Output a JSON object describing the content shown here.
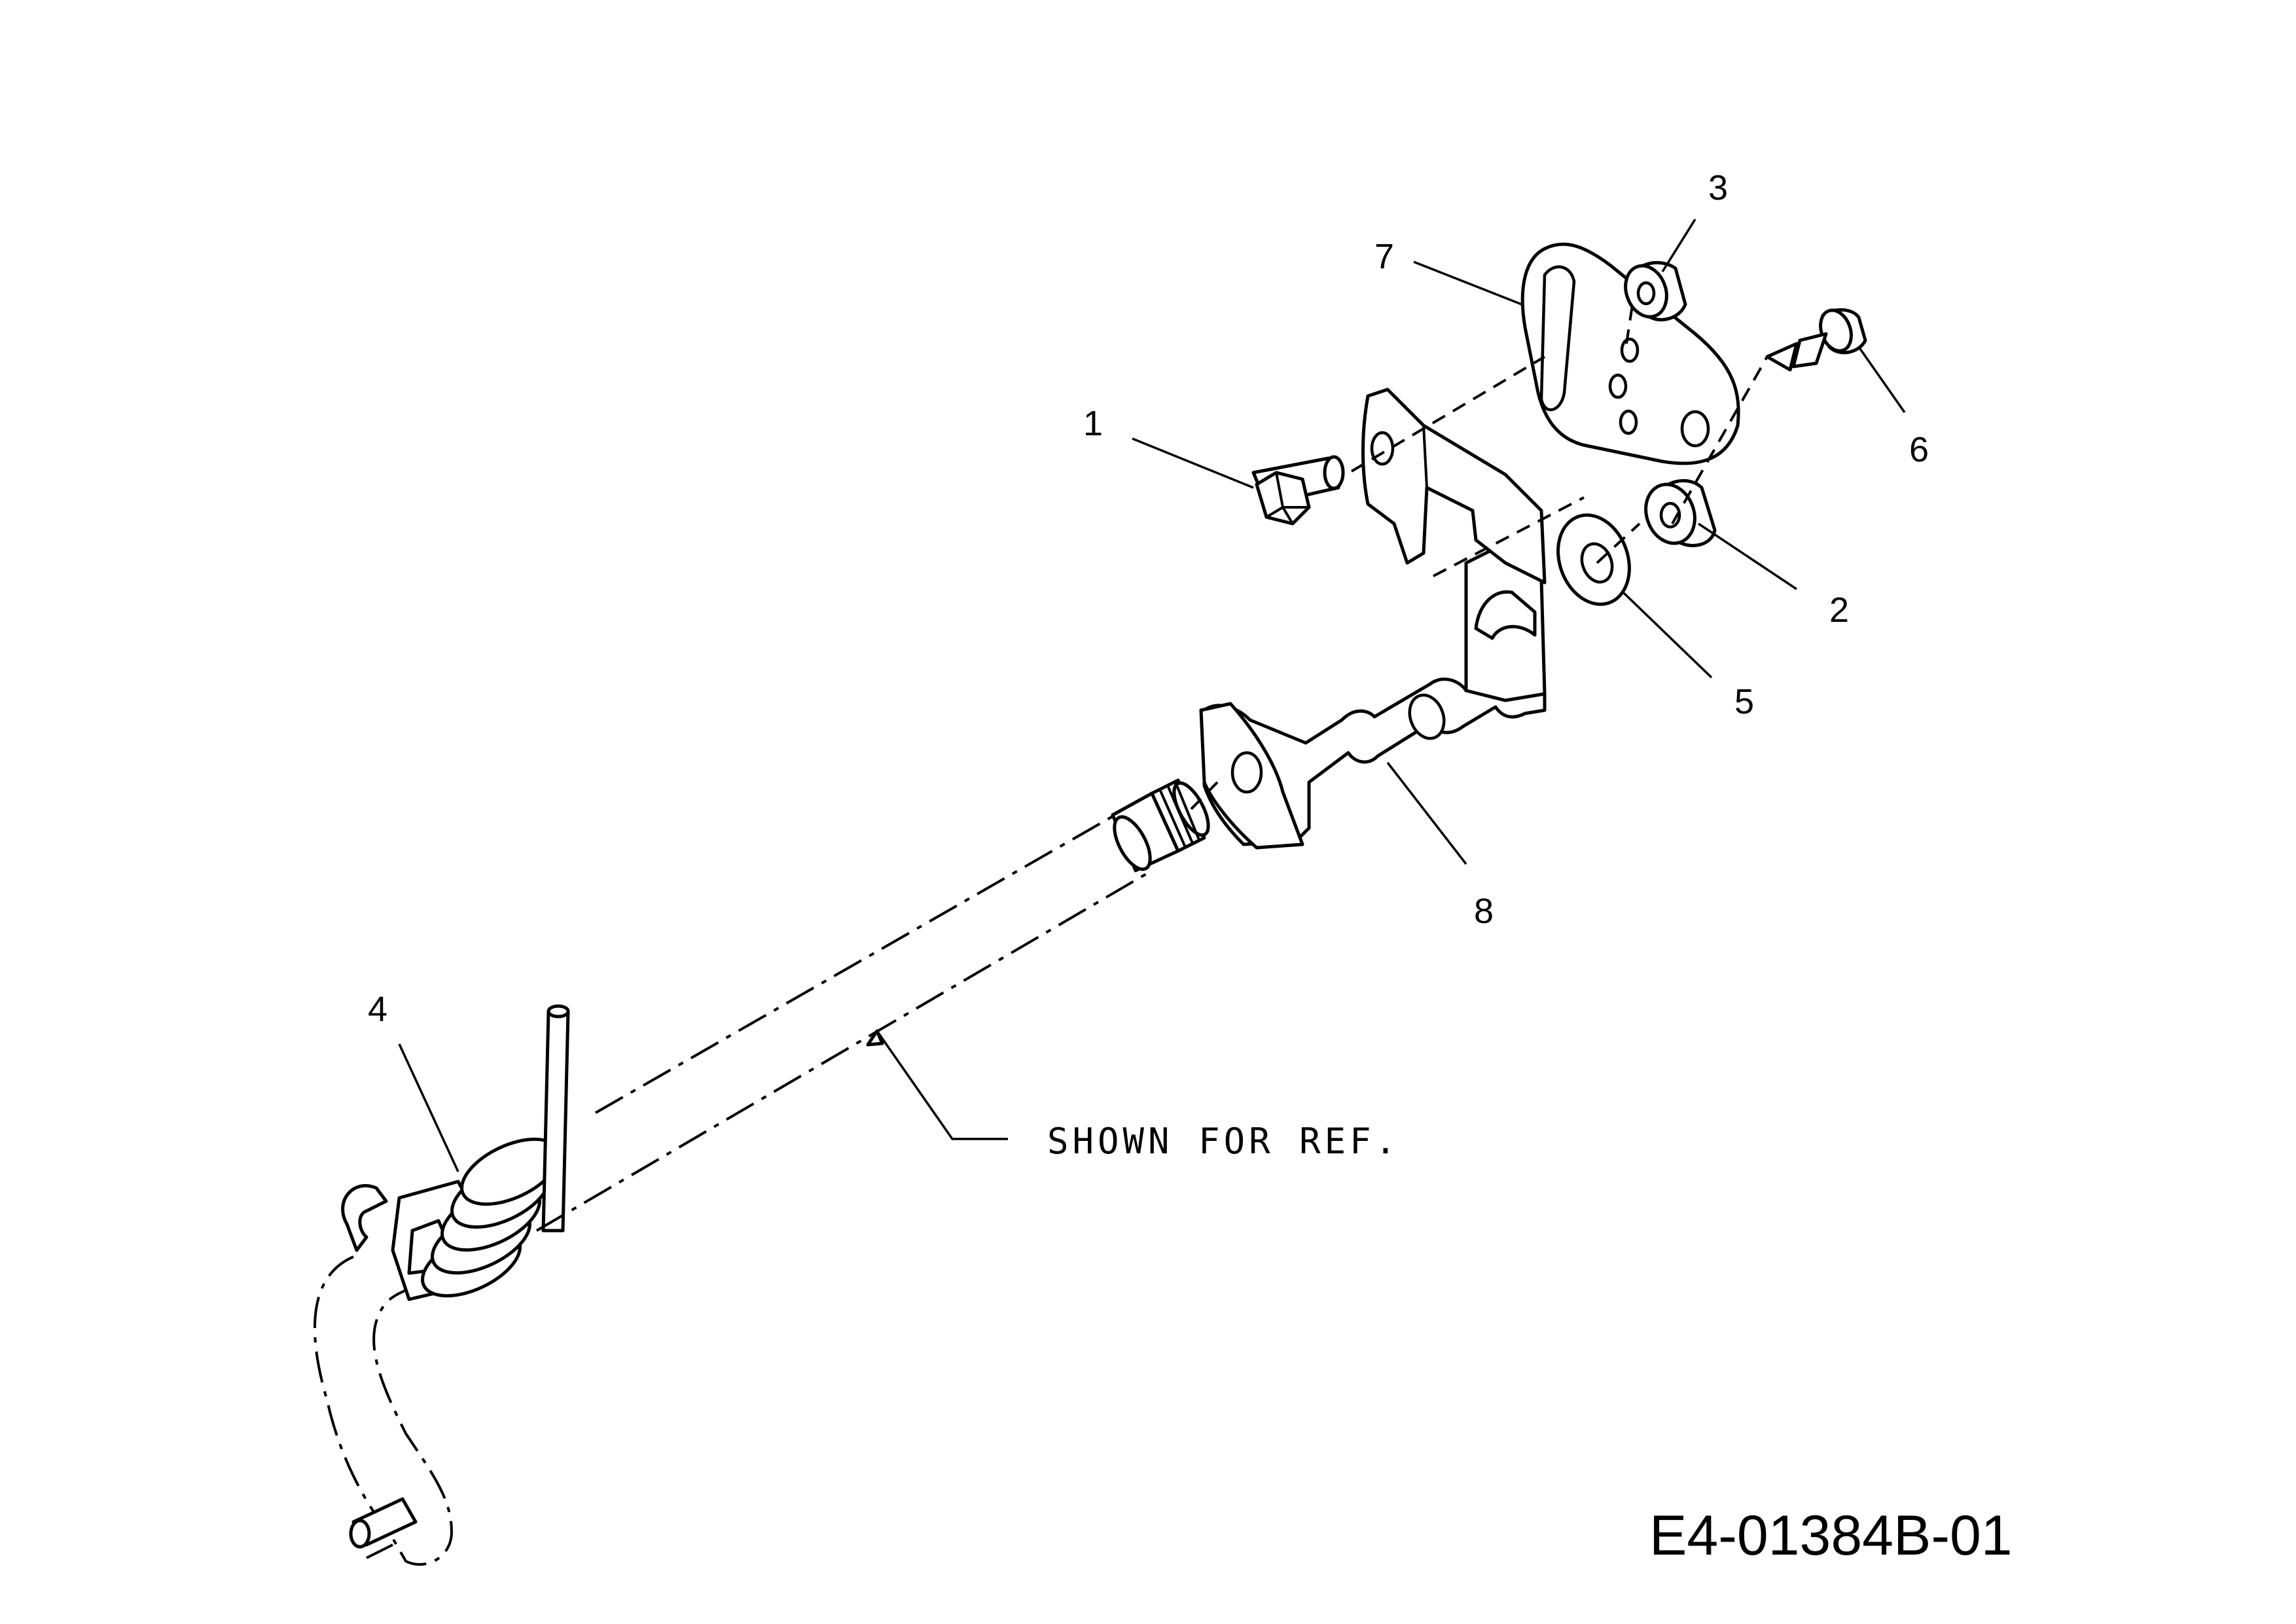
{
  "callouts": [
    "1",
    "2",
    "3",
    "4",
    "5",
    "6",
    "7",
    "8"
  ],
  "reference_note": "SHOWN FOR REF.",
  "drawing_number": "E4-01384B-01"
}
